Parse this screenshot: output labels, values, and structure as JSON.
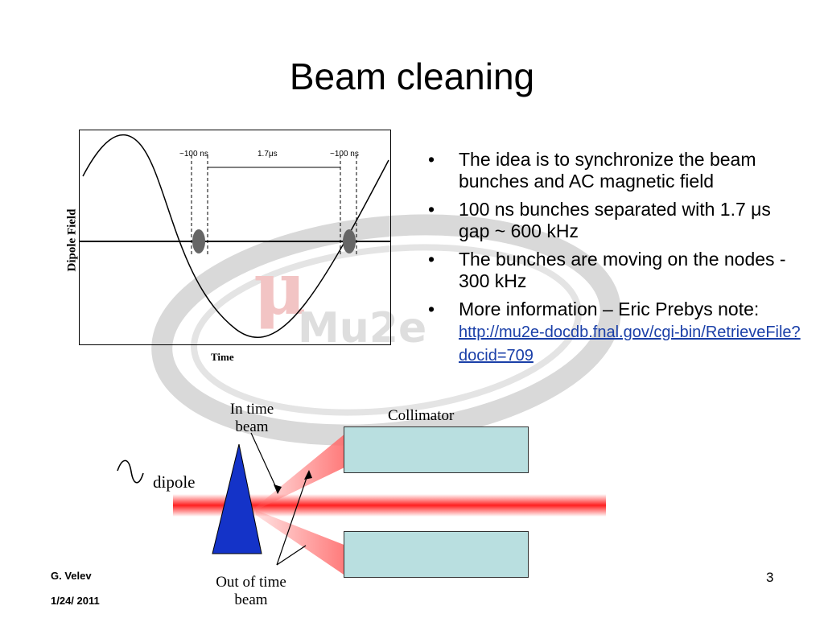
{
  "slide": {
    "title": "Beam cleaning",
    "author": "G. Velev",
    "date": "1/24/ 2011",
    "page_number": "3"
  },
  "plot": {
    "y_axis_label": "Dipole Field",
    "x_axis_label": "Time",
    "annotations": [
      "~100 ns",
      "1.7μs",
      "~100 ns"
    ]
  },
  "bullets": [
    {
      "text": "The idea is to synchronize the beam bunches and  AC magnetic field"
    },
    {
      "text": "100 ns bunches  separated  with 1.7 μs gap ~ 600 kHz"
    },
    {
      "text": "The bunches are moving on the nodes  - 300 kHz"
    },
    {
      "text": "More information – Eric Prebys note: ",
      "link_text": "http://mu2e-docdb.fnal.gov/cgi-bin/RetrieveFile?docid=709"
    }
  ],
  "diagram": {
    "in_time_label": "In time beam",
    "out_of_time_label": "Out of time beam",
    "collimator_label": "Collimator",
    "dipole_label": "dipole"
  },
  "colors": {
    "beam_red": "#ff2020",
    "collimator_fill": "#b9dfe0",
    "wedge_blue": "#1433c8",
    "link_blue": "#1a3fa8"
  }
}
